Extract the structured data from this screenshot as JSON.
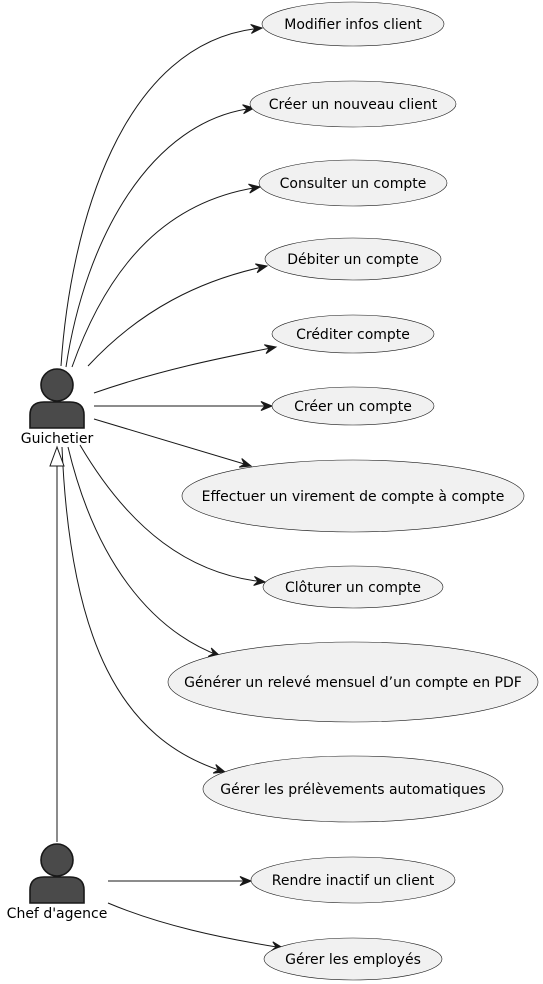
{
  "diagram": {
    "actors": [
      {
        "id": "guichetier",
        "label": "Guichetier"
      },
      {
        "id": "chef",
        "label": "Chef d'agence"
      }
    ],
    "use_cases": [
      {
        "id": "uc1",
        "label": "Modifier infos client"
      },
      {
        "id": "uc2",
        "label": "Créer un nouveau client"
      },
      {
        "id": "uc3",
        "label": "Consulter un compte"
      },
      {
        "id": "uc4",
        "label": "Débiter un compte"
      },
      {
        "id": "uc5",
        "label": "Créditer compte"
      },
      {
        "id": "uc6",
        "label": "Créer un compte"
      },
      {
        "id": "uc7",
        "label": "Effectuer un virement de compte à compte"
      },
      {
        "id": "uc8",
        "label": "Clôturer un compte"
      },
      {
        "id": "uc9",
        "label": "Générer un relevé mensuel d’un compte en PDF"
      },
      {
        "id": "uc10",
        "label": "Gérer les prélèvements automatiques"
      },
      {
        "id": "uc11",
        "label": "Rendre inactif un client"
      },
      {
        "id": "uc12",
        "label": "Gérer les employés"
      }
    ],
    "associations": [
      {
        "from": "guichetier",
        "to": "uc1"
      },
      {
        "from": "guichetier",
        "to": "uc2"
      },
      {
        "from": "guichetier",
        "to": "uc3"
      },
      {
        "from": "guichetier",
        "to": "uc4"
      },
      {
        "from": "guichetier",
        "to": "uc5"
      },
      {
        "from": "guichetier",
        "to": "uc6"
      },
      {
        "from": "guichetier",
        "to": "uc7"
      },
      {
        "from": "guichetier",
        "to": "uc8"
      },
      {
        "from": "guichetier",
        "to": "uc9"
      },
      {
        "from": "guichetier",
        "to": "uc10"
      },
      {
        "from": "chef",
        "to": "uc11"
      },
      {
        "from": "chef",
        "to": "uc12"
      }
    ],
    "generalizations": [
      {
        "child": "chef",
        "parent": "guichetier"
      }
    ]
  }
}
